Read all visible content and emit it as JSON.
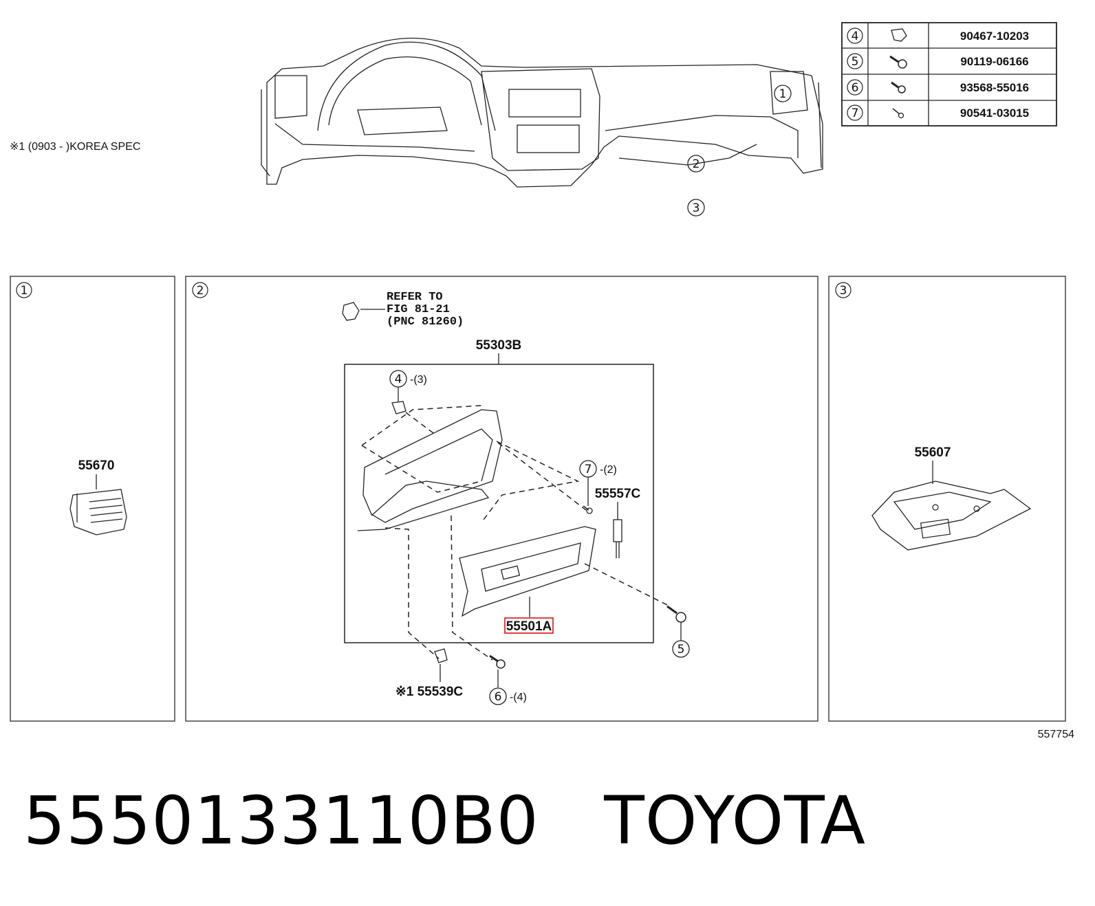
{
  "top": {
    "note": "※1 (0903 -        )KOREA SPEC",
    "callouts": [
      "1",
      "2",
      "3"
    ]
  },
  "parts_table": [
    {
      "ref": "4",
      "icon": "clip-icon",
      "part_no": "90467-10203"
    },
    {
      "ref": "5",
      "icon": "screw-icon",
      "part_no": "90119-06166"
    },
    {
      "ref": "6",
      "icon": "screw-icon",
      "part_no": "93568-55016"
    },
    {
      "ref": "7",
      "icon": "pin-icon",
      "part_no": "90541-03015"
    }
  ],
  "panels": {
    "p1": {
      "num": "1",
      "label": "55670"
    },
    "p2": {
      "num": "2",
      "refer": [
        "REFER TO",
        "FIG 81-21",
        "(PNC 81260)"
      ],
      "assembly": "55303B",
      "c4": "4",
      "c4q": "-(3)",
      "c7": "7",
      "c7q": "-(2)",
      "c5": "5",
      "c6": "6",
      "c6q": "-(4)",
      "damper": "55557C",
      "door": "55501A",
      "stopper": "※1 55539C"
    },
    "p3": {
      "num": "3",
      "label": "55607"
    }
  },
  "illustration_no": "557754",
  "footer": {
    "part_number": "5550133110B0",
    "brand": "TOYOTA"
  }
}
